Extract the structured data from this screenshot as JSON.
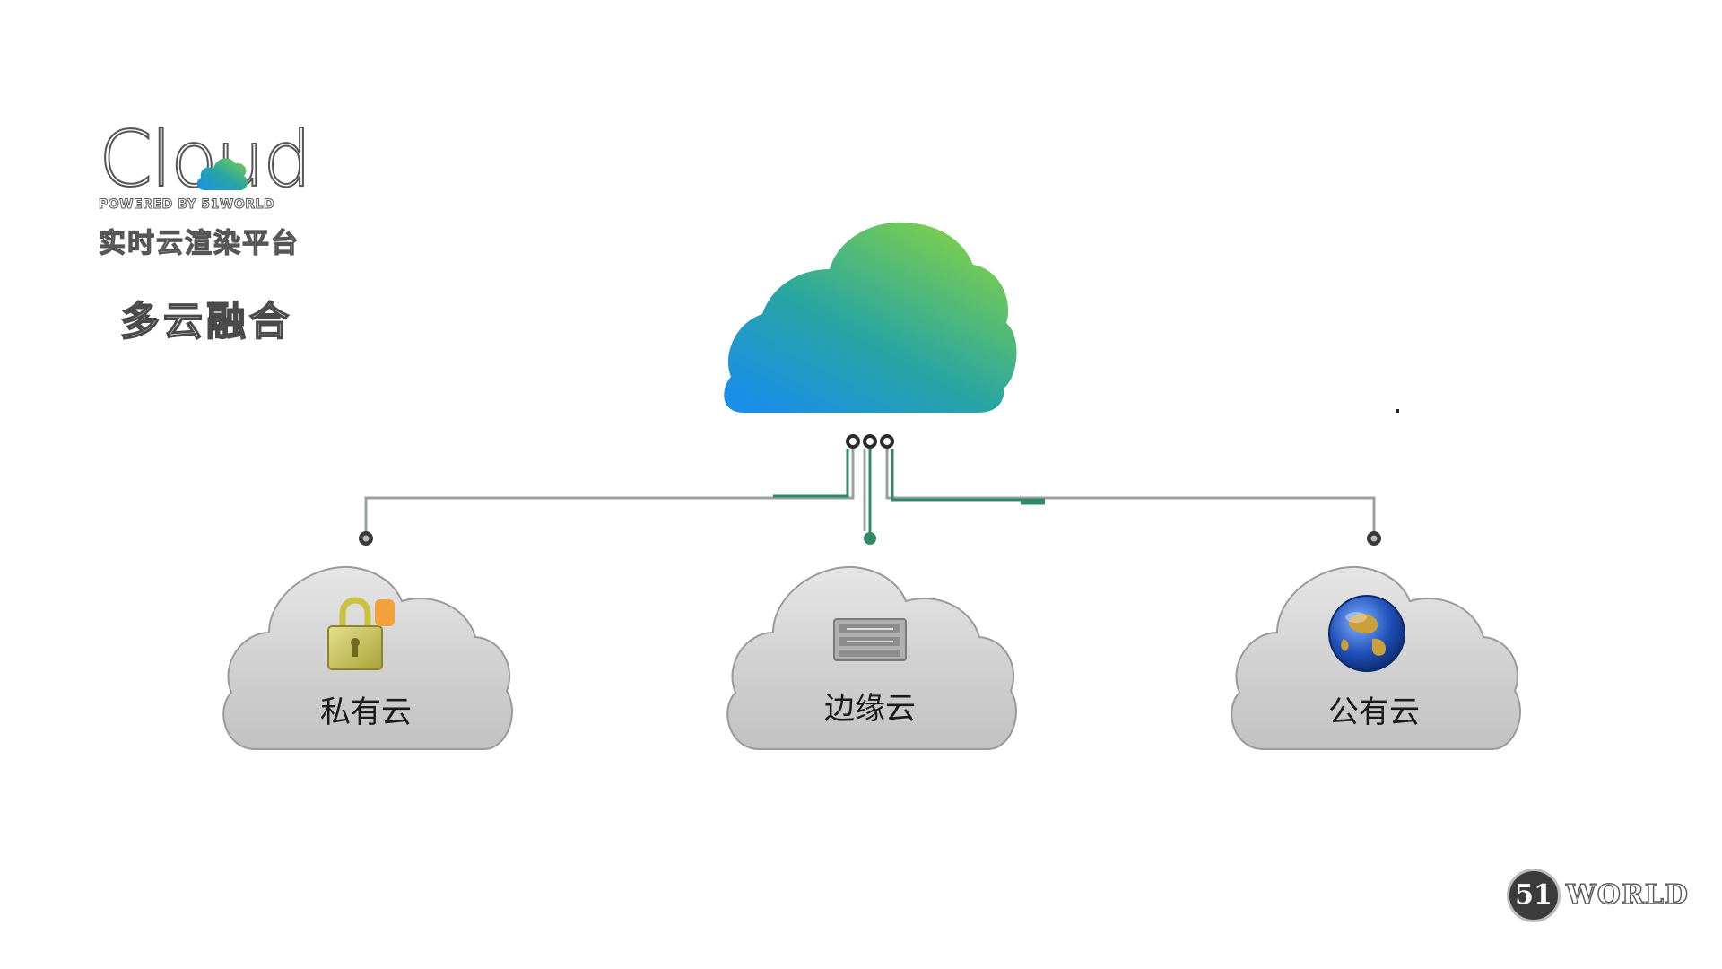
{
  "brand": {
    "word": "Cloud",
    "powered_by": "POWERED BY 51WORLD",
    "subtitle": "实时云渲染平台"
  },
  "section_title": "多云融合",
  "nodes": [
    {
      "id": "private",
      "label": "私有云",
      "icon": "padlock-icon"
    },
    {
      "id": "edge",
      "label": "边缘云",
      "icon": "server-rack-icon"
    },
    {
      "id": "public",
      "label": "公有云",
      "icon": "globe-icon"
    }
  ],
  "central_node": {
    "icon": "gradient-cloud-icon"
  },
  "colors": {
    "cloud_gradient_start": "#1a8fe8",
    "cloud_gradient_mid": "#2aa6a0",
    "cloud_gradient_end": "#7fd04a",
    "line_gray": "#9aa0a0",
    "line_green": "#2e8b66",
    "child_cloud_fill": "#d6d6d6"
  },
  "corner_logo": {
    "number": "51",
    "word": "WORLD"
  }
}
